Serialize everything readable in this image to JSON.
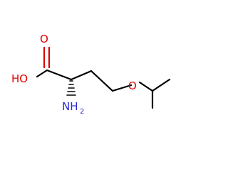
{
  "molecule": {
    "atoms": {
      "carbonyl_oxygen": "O",
      "hydroxyl": "HO",
      "amine_main": "NH",
      "amine_sub": "2",
      "ether_oxygen": "O"
    },
    "colors": {
      "bond": "#000000",
      "oxygen": "#e00000",
      "nitrogen": "#2a2ad8",
      "background": "#ffffff"
    }
  }
}
